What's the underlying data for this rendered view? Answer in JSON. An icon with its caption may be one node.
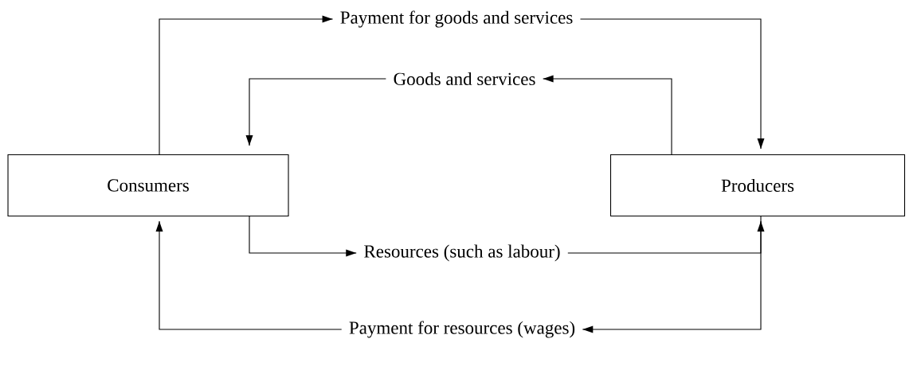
{
  "diagram": {
    "nodes": [
      {
        "text": [
          "Payment for goods and services"
        ]
      },
      {
        "text": [
          "Goods and services"
        ]
      },
      {
        "text": [
          "Consumers"
        ]
      },
      {
        "text": [
          "Producers"
        ]
      },
      {
        "text": [
          "Resources (such as labour)"
        ]
      },
      {
        "text": [
          "Payment for resources (wages)"
        ]
      }
    ],
    "edges": [
      {
        "from": 2,
        "to": 0,
        "arrow": "to"
      },
      {
        "from": 0,
        "to": 3,
        "arrow": "to"
      },
      {
        "from": 3,
        "to": 1,
        "arrow": "to"
      },
      {
        "from": 1,
        "to": 2,
        "arrow": "to"
      },
      {
        "from": 2,
        "to": 4,
        "arrow": "to"
      },
      {
        "from": 4,
        "to": 3,
        "arrow": "to"
      },
      {
        "from": 3,
        "to": 5,
        "arrow": "to"
      },
      {
        "from": 5,
        "to": 2,
        "arrow": "to"
      }
    ]
  }
}
